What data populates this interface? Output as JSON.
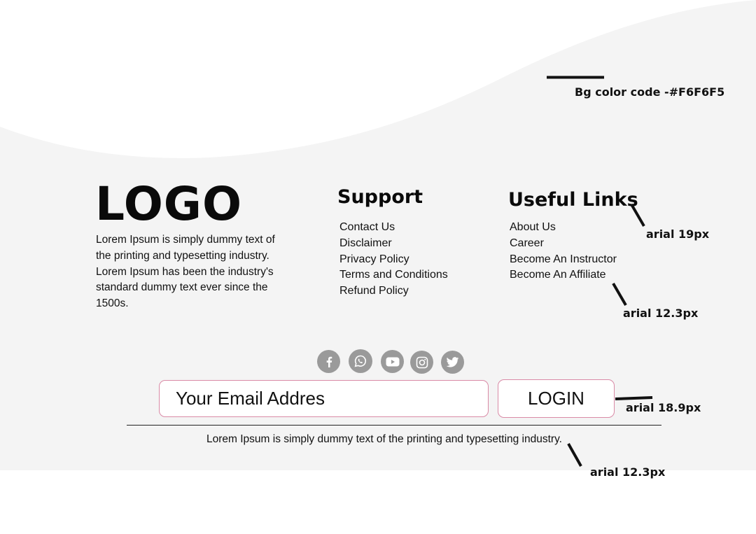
{
  "colors": {
    "footer_background": "#F6F6F6",
    "page_background": "#FFFFFF",
    "input_border": "#D98AA6",
    "social_icon": "#9A9A9A"
  },
  "brand": {
    "logo_text": "LOGO",
    "description": "Lorem Ipsum is simply dummy text of the printing and typesetting industry. Lorem Ipsum has been the industry's standard dummy text ever since the 1500s."
  },
  "support": {
    "title": "Support",
    "links": [
      "Contact Us",
      "Disclaimer",
      "Privacy Policy",
      "Terms and Conditions",
      "Refund Policy"
    ]
  },
  "useful_links": {
    "title": "Useful Links",
    "links": [
      "About Us",
      "Career",
      "Become An Instructor",
      "Become An Affiliate"
    ]
  },
  "social": {
    "icons": [
      "facebook-icon",
      "whatsapp-icon",
      "youtube-icon",
      "instagram-icon",
      "twitter-icon"
    ]
  },
  "newsletter": {
    "email_placeholder": "Your Email Addres",
    "login_label": "LOGIN"
  },
  "footer": {
    "copyright": "Lorem Ipsum is simply dummy text of the printing and typesetting industry."
  },
  "annotations": {
    "bg_color": "Bg color code -#F6F6F5",
    "heading_font": "arial 19px",
    "links_font": "arial 12.3px",
    "button_font": "arial 18.9px",
    "copyright_font": "arial 12.3px"
  }
}
